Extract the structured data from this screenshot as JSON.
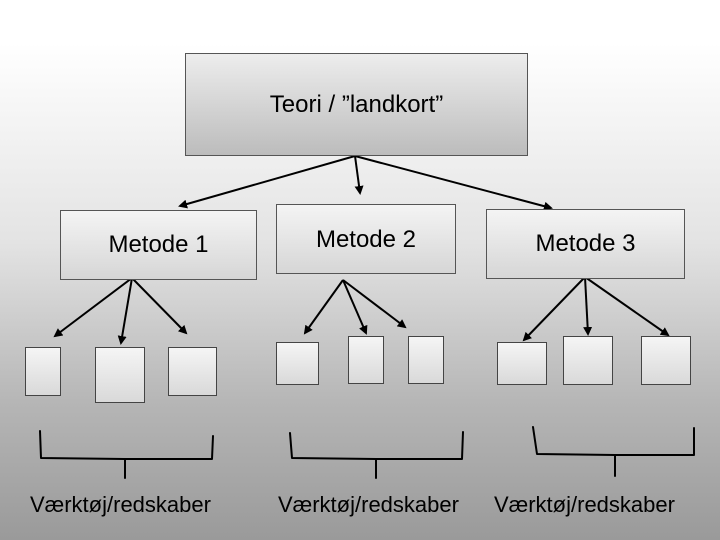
{
  "diagram": {
    "root": {
      "label": "Teori / ”landkort”"
    },
    "methods": [
      {
        "label": "Metode 1"
      },
      {
        "label": "Metode 2"
      },
      {
        "label": "Metode 3"
      }
    ],
    "tool_groups": [
      {
        "label": "Værktøj/redskaber"
      },
      {
        "label": "Værktøj/redskaber"
      },
      {
        "label": "Værktøj/redskaber"
      }
    ]
  }
}
